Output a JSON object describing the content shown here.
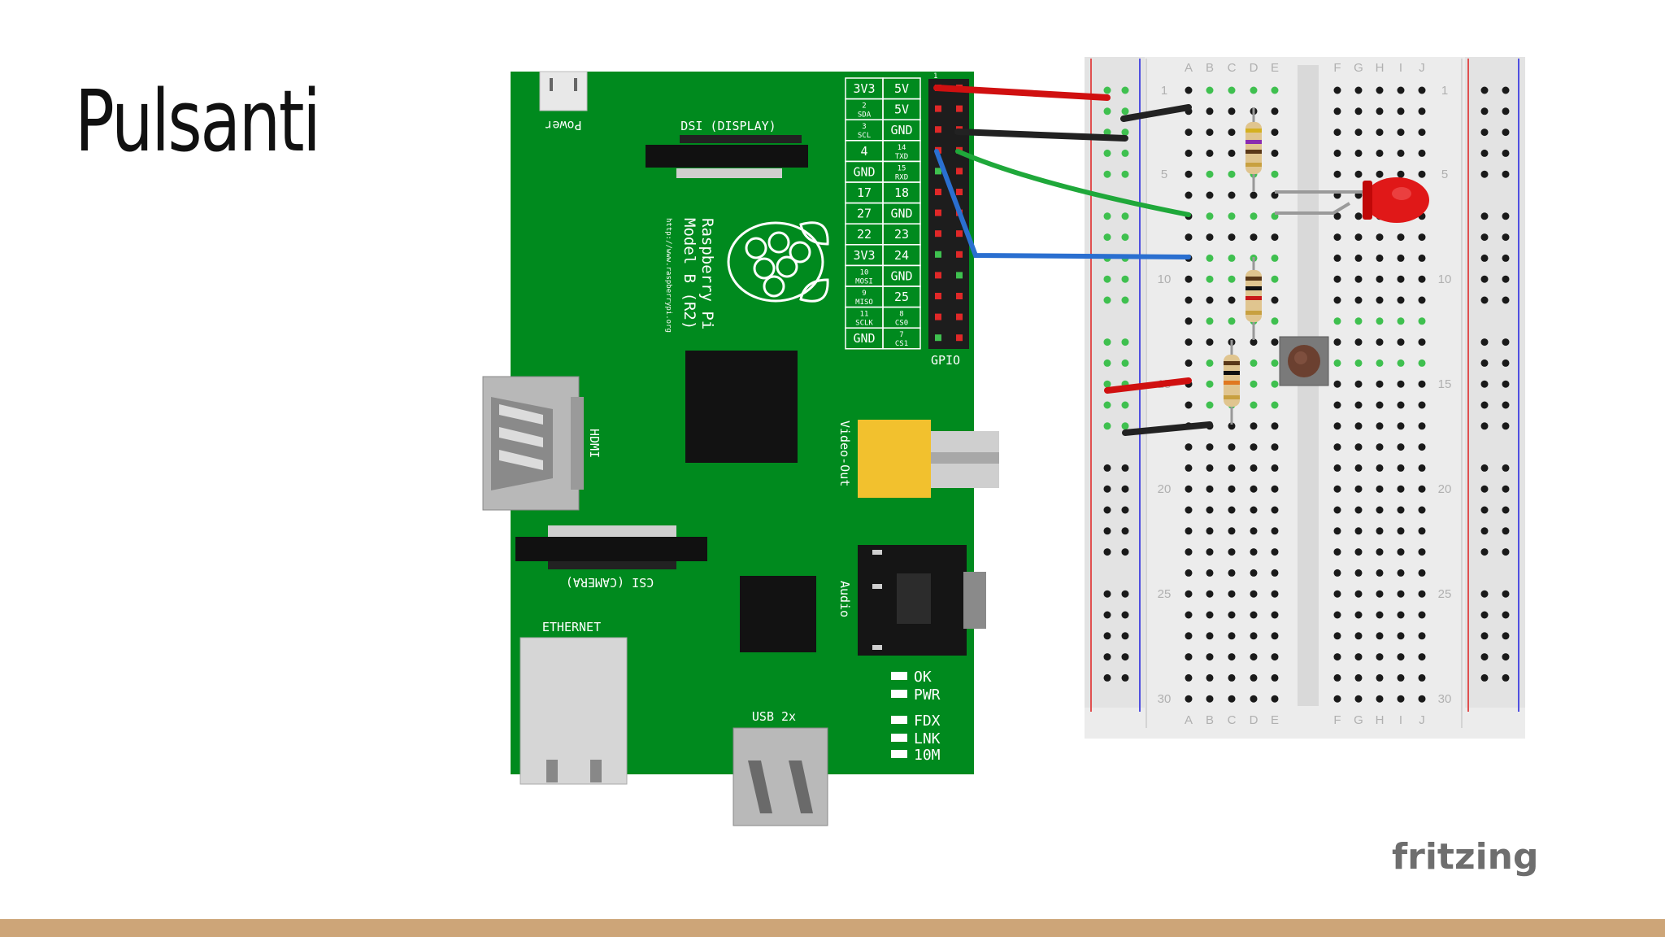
{
  "slide": {
    "title": "Pulsanti",
    "bar_color": "#cda578"
  },
  "board": {
    "labels": {
      "power": "Power",
      "dsi": "DSI (DISPLAY)",
      "model_line1": "Raspberry Pi",
      "model_line2": "Model B (R2)",
      "url": "http://www.raspberrypi.org",
      "hdmi": "HDMI",
      "video_out": "Video-Out",
      "audio": "Audio",
      "csi": "CSI (CAMERA)",
      "ethernet": "ETHERNET",
      "usb": "USB 2x",
      "gpio": "GPIO",
      "gpio_pin_one": "1"
    },
    "leds": [
      "OK",
      "PWR",
      "FDX",
      "LNK",
      "10M"
    ],
    "gpio_table": [
      {
        "l": "3V3",
        "ls": "",
        "r": "5V",
        "rs": ""
      },
      {
        "l": "2",
        "ls": "SDA",
        "r": "5V",
        "rs": ""
      },
      {
        "l": "3",
        "ls": "SCL",
        "r": "GND",
        "rs": ""
      },
      {
        "l": "4",
        "ls": "",
        "r": "14",
        "rs": "TXD"
      },
      {
        "l": "GND",
        "ls": "",
        "r": "15",
        "rs": "RXD"
      },
      {
        "l": "17",
        "ls": "",
        "r": "18",
        "rs": ""
      },
      {
        "l": "27",
        "ls": "",
        "r": "GND",
        "rs": ""
      },
      {
        "l": "22",
        "ls": "",
        "r": "23",
        "rs": ""
      },
      {
        "l": "3V3",
        "ls": "",
        "r": "24",
        "rs": ""
      },
      {
        "l": "10",
        "ls": "MOSI",
        "r": "GND",
        "rs": ""
      },
      {
        "l": "9",
        "ls": "MISO",
        "r": "25",
        "rs": ""
      },
      {
        "l": "11",
        "ls": "SCLK",
        "r": "8",
        "rs": "CS0"
      },
      {
        "l": "GND",
        "ls": "",
        "r": "7",
        "rs": "CS1"
      }
    ]
  },
  "breadboard": {
    "columns_left": [
      "A",
      "B",
      "C",
      "D",
      "E"
    ],
    "columns_right": [
      "F",
      "G",
      "H",
      "I",
      "J"
    ],
    "row_numbers": [
      "1",
      "5",
      "10",
      "15",
      "20",
      "25",
      "30"
    ]
  },
  "wires": {
    "red": "#d01010",
    "black": "#222222",
    "green": "#1fa83a",
    "blue": "#2a6fd0"
  },
  "logo": "fritzing"
}
